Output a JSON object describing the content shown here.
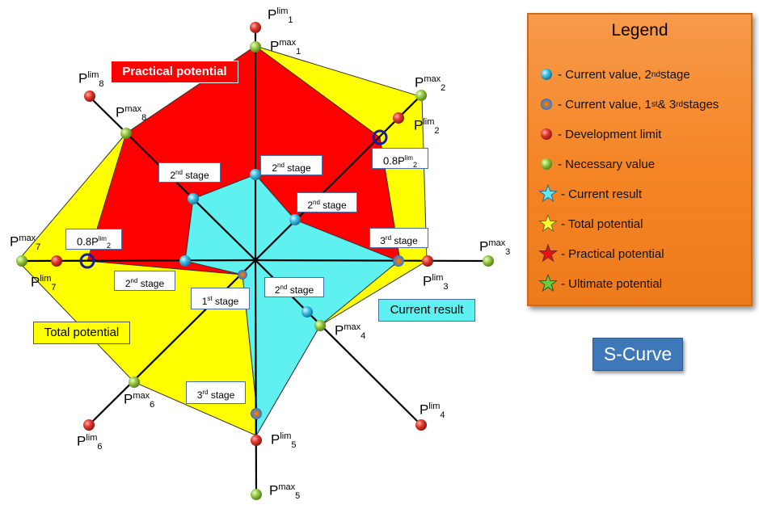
{
  "legend": {
    "title": "Legend",
    "items": [
      {
        "marker": "cyan-ball",
        "color": "#33bde0",
        "pre": "- Current value, 2",
        "sup": "nd",
        "post": " stage"
      },
      {
        "marker": "blue-orange-ball",
        "color": "#5a8fd0",
        "pre": "- Current value, 1",
        "sup": "st",
        "mid": " & 3",
        "sup2": "rd",
        "post": " stages"
      },
      {
        "marker": "red-ball",
        "color": "#e0302a",
        "pre": "- Development limit"
      },
      {
        "marker": "green-ball",
        "color": "#8cc43c",
        "pre": "- Necessary value"
      },
      {
        "marker": "cyan-star",
        "color": "#5fe8f0",
        "pre": "- Current result"
      },
      {
        "marker": "yellow-star",
        "color": "#ffff33",
        "pre": "- Total potential"
      },
      {
        "marker": "red-star",
        "color": "#ee1111",
        "pre": "- Practical potential"
      },
      {
        "marker": "green-star",
        "color": "#66cc44",
        "pre": "- Ultimate potential"
      }
    ]
  },
  "button": {
    "label": "S-Curve"
  },
  "colors": {
    "total_potential": "#ffff00",
    "practical_potential": "#ff0000",
    "current_result": "#5ff0f0",
    "dev_limit": "#e0302a",
    "necessary": "#8cc43c",
    "current_2nd": "#33bde0",
    "highlight_ring": "#1a1aa0"
  },
  "areas": {
    "practical": "Practical potential",
    "total": "Total potential",
    "current": "Current result"
  },
  "stages": {
    "stage2_a": {
      "num": "2",
      "sup": "nd",
      "rest": " stage"
    },
    "stage2_b": {
      "num": "2",
      "sup": "nd",
      "rest": " stage"
    },
    "stage2_c": {
      "num": "2",
      "sup": "nd",
      "rest": " stage"
    },
    "stage2_d": {
      "num": "2",
      "sup": "nd",
      "rest": " stage"
    },
    "stage2_e": {
      "num": "2",
      "sup": "nd",
      "rest": " stage"
    },
    "stage3_a": {
      "num": "3",
      "sup": "rd",
      "rest": " stage"
    },
    "stage3_b": {
      "num": "3",
      "sup": "rd",
      "rest": " stage"
    },
    "stage1_a": {
      "num": "1",
      "sup": "st",
      "rest": " stage"
    }
  },
  "fractions": {
    "f2": {
      "pre": "0.8P",
      "sup": "lim",
      "sub": "2"
    },
    "f7": {
      "pre": "0.8P",
      "sup": "lim",
      "sub": "2"
    }
  },
  "axis_labels": {
    "plim1": {
      "p": "P",
      "sup": "lim",
      "sub": "1"
    },
    "pmax1": {
      "p": "P",
      "sup": "max",
      "sub": "1"
    },
    "pmax2": {
      "p": "P",
      "sup": "max",
      "sub": "2"
    },
    "plim2": {
      "p": "P",
      "sup": "lim",
      "sub": "2"
    },
    "pmax3": {
      "p": "P",
      "sup": "max",
      "sub": "3"
    },
    "plim3": {
      "p": "P",
      "sup": "lim",
      "sub": "3"
    },
    "pmax4": {
      "p": "P",
      "sup": "max",
      "sub": "4"
    },
    "plim4": {
      "p": "P",
      "sup": "lim",
      "sub": "4"
    },
    "plim5": {
      "p": "P",
      "sup": "lim",
      "sub": "5"
    },
    "pmax5": {
      "p": "P",
      "sup": "max",
      "sub": "5"
    },
    "pmax6": {
      "p": "P",
      "sup": "max",
      "sub": "6"
    },
    "plim6": {
      "p": "P",
      "sup": "lim",
      "sub": "6"
    },
    "pmax7": {
      "p": "P",
      "sup": "max",
      "sub": "7"
    },
    "plim7": {
      "p": "P",
      "sup": "lim",
      "sub": "7"
    },
    "pmax8": {
      "p": "P",
      "sup": "max",
      "sub": "8"
    },
    "plim8": {
      "p": "P",
      "sup": "lim",
      "sub": "8"
    }
  }
}
